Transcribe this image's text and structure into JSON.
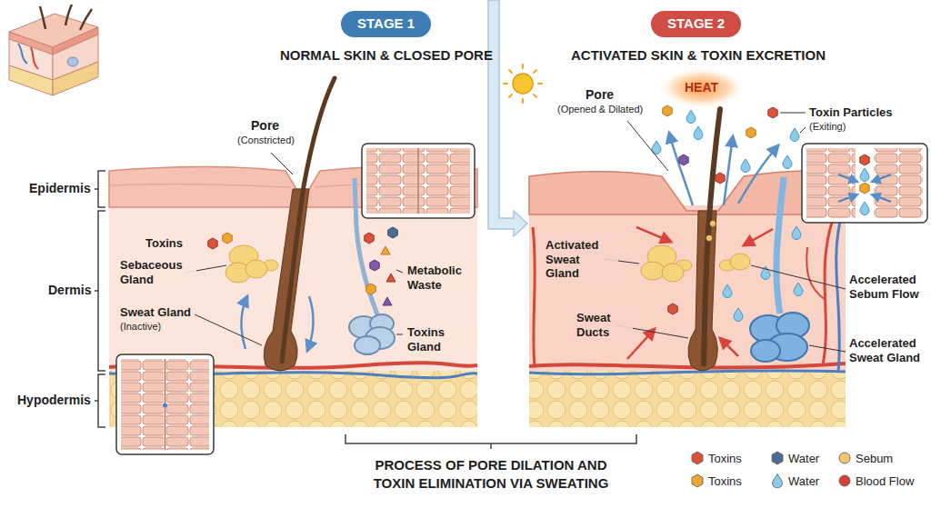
{
  "diagram": {
    "caption": "PROCESS OF PORE DILATION AND TOXIN ELIMINATION VIA SWEATING",
    "nodes": [
      {
        "text": [
          "STAGE 1"
        ]
      },
      {
        "text": [
          "STAGE 2"
        ]
      }
    ],
    "labels": [
      "NORMAL SKIN & CLOSED PORE",
      "ACTIVATED SKIN & TOXIN EXCRETION",
      "Pore",
      "(Constricted)",
      "Epidermis",
      "Dermis",
      "Hypodermis",
      "Toxins",
      "Sebaceous Gland",
      "Sweat Gland",
      "(Inactive)",
      "Metabolic Waste",
      "Toxins Gland",
      "HEAT",
      "Pore",
      "(Opened & Dilated)",
      "Toxin Particles",
      "(Exiting)",
      "Activated Sweat Gland",
      "Sweat Ducts",
      "Accelerated Sebum Flow",
      "Accelerated Sweat Gland"
    ],
    "legend": [
      {
        "text": "Toxins",
        "color": "#d9533a"
      },
      {
        "text": "Water",
        "color": "#4d6e91"
      },
      {
        "text": "Sebum",
        "color": "#f2c46d"
      },
      {
        "text": "Toxins",
        "color": "#f0a531"
      },
      {
        "text": "Water",
        "color": "#8ccbea"
      },
      {
        "text": "Blood Flow",
        "color": "#d43f36"
      }
    ]
  }
}
